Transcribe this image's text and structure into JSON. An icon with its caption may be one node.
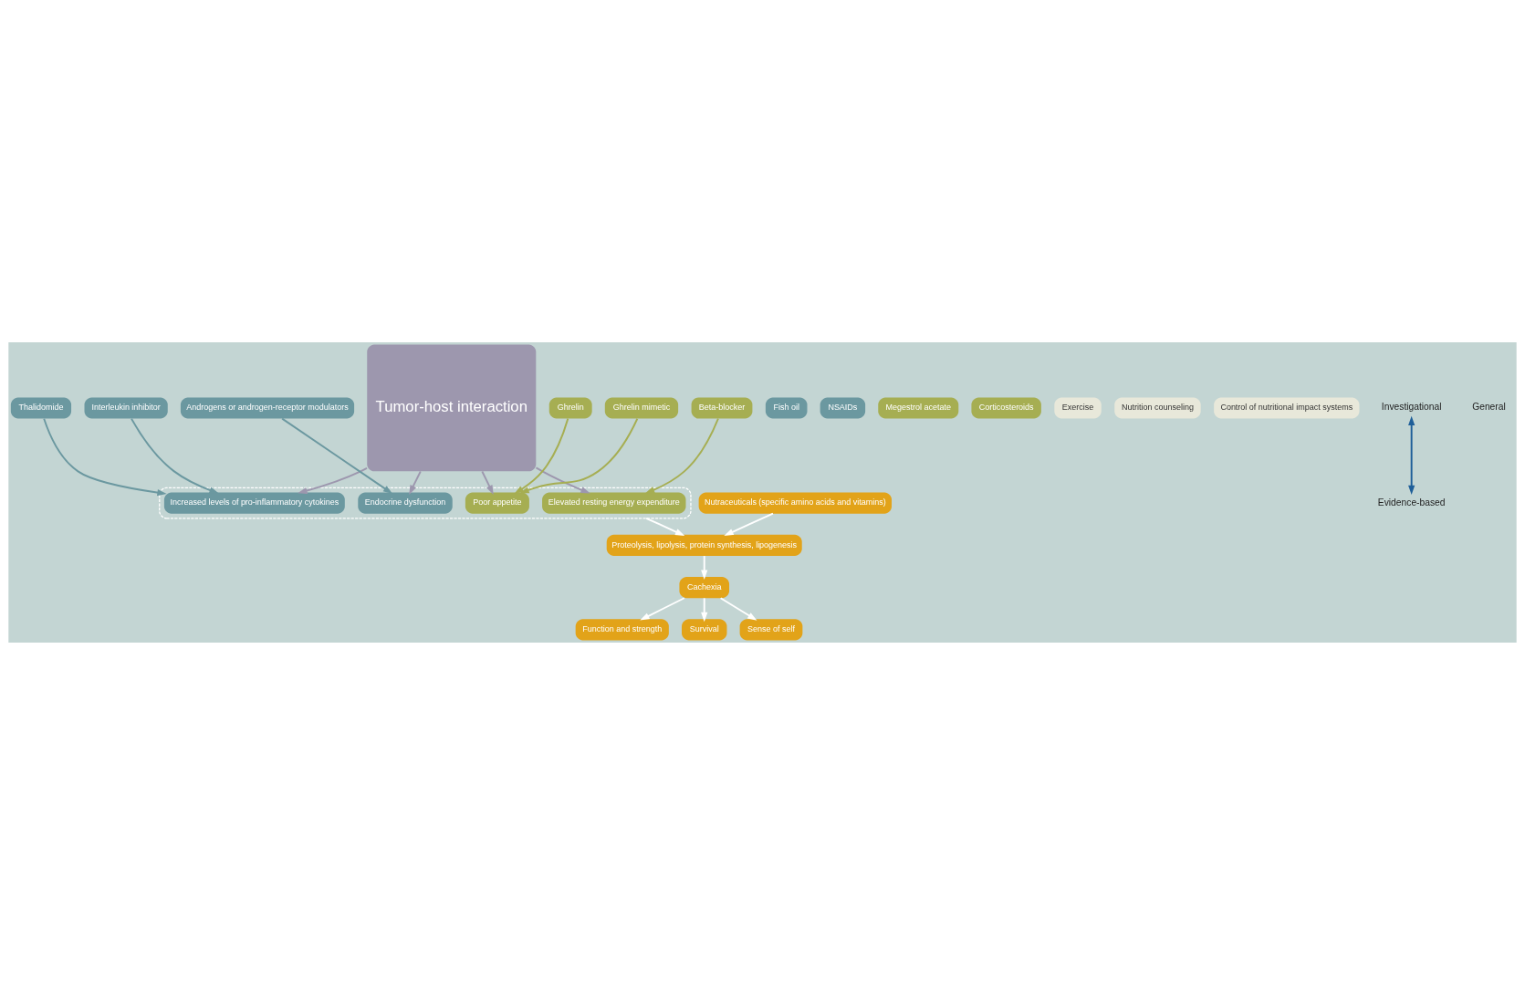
{
  "diagram": {
    "nodes": [
      {
        "text": [
          "Tumor-host interaction"
        ]
      },
      {
        "text": [],
        "shape": "box"
      },
      {
        "text": [
          "Increased levels of pro-inflammatory cytokines"
        ],
        "in": 1
      },
      {
        "text": [
          "Poor appetite"
        ],
        "in": 1
      },
      {
        "text": [
          "Endocrine dysfunction"
        ],
        "in": 1
      },
      {
        "text": [
          "Elevated resting energy expenditure"
        ],
        "in": 1
      },
      {
        "text": [
          "Thalidomide"
        ]
      },
      {
        "text": [
          "Fish oil"
        ]
      },
      {
        "text": [
          "Interleukin inhibitor"
        ]
      },
      {
        "text": [
          "NSAIDs"
        ]
      },
      {
        "text": [
          "Ghrelin"
        ]
      },
      {
        "text": [
          "Megestrol acetate"
        ]
      },
      {
        "text": [
          "Ghrelin mimetic"
        ]
      },
      {
        "text": [
          "Corticosteroids"
        ]
      },
      {
        "text": [
          "Androgens or androgen-receptor modulators"
        ]
      },
      {
        "text": [
          "Beta-blocker"
        ]
      },
      {
        "text": [
          "Exercise"
        ]
      },
      {
        "text": [
          "Nutrition counseling"
        ]
      },
      {
        "text": [
          "Control of nutritional impact systems"
        ]
      },
      {
        "text": [
          "Proteolysis, lipolysis, protein synthesis, lipogenesis"
        ]
      },
      {
        "text": [
          "Nutraceuticals (specific amino acids and vitamins)"
        ]
      },
      {
        "text": [
          "Cachexia"
        ]
      },
      {
        "text": [
          "Function and strength"
        ]
      },
      {
        "text": [
          "Survival"
        ]
      },
      {
        "text": [
          "Sense of self"
        ]
      },
      {
        "text": [
          "Investigational"
        ]
      },
      {
        "text": [
          "Evidence-based"
        ]
      }
    ],
    "edges": [
      {
        "from": 0,
        "to": 2,
        "arrow": "to",
        "color": "#9d97ae"
      },
      {
        "from": 0,
        "to": 3,
        "arrow": "to",
        "color": "#9d97ae"
      },
      {
        "from": 0,
        "to": 4,
        "arrow": "to",
        "color": "#9d97ae"
      },
      {
        "from": 0,
        "to": 5,
        "arrow": "to",
        "color": "#9d97ae"
      },
      {
        "from": 6,
        "to": 2,
        "arrow": "to",
        "color": "#6b98a0"
      },
      {
        "from": 8,
        "to": 2,
        "arrow": "to",
        "color": "#6b98a0"
      },
      {
        "from": 10,
        "to": 3,
        "arrow": "to",
        "color": "#a6ae52"
      },
      {
        "from": 12,
        "to": 3,
        "arrow": "to",
        "color": "#a6ae52"
      },
      {
        "from": 14,
        "to": 4,
        "arrow": "to",
        "color": "#6b98a0"
      },
      {
        "from": 15,
        "to": 5,
        "arrow": "to",
        "color": "#a6ae52"
      },
      {
        "from": 1,
        "to": 19,
        "arrow": "to"
      },
      {
        "from": 20,
        "to": 19,
        "arrow": "to"
      },
      {
        "from": 19,
        "to": 21,
        "arrow": "to"
      },
      {
        "from": 21,
        "to": 22,
        "arrow": "to"
      },
      {
        "from": 21,
        "to": 23,
        "arrow": "to"
      },
      {
        "from": 21,
        "to": 24,
        "arrow": "to"
      },
      {
        "from": 25,
        "to": 26,
        "arrow": "both",
        "color": "#1f5f99"
      }
    ],
    "labels": [
      "General"
    ]
  }
}
